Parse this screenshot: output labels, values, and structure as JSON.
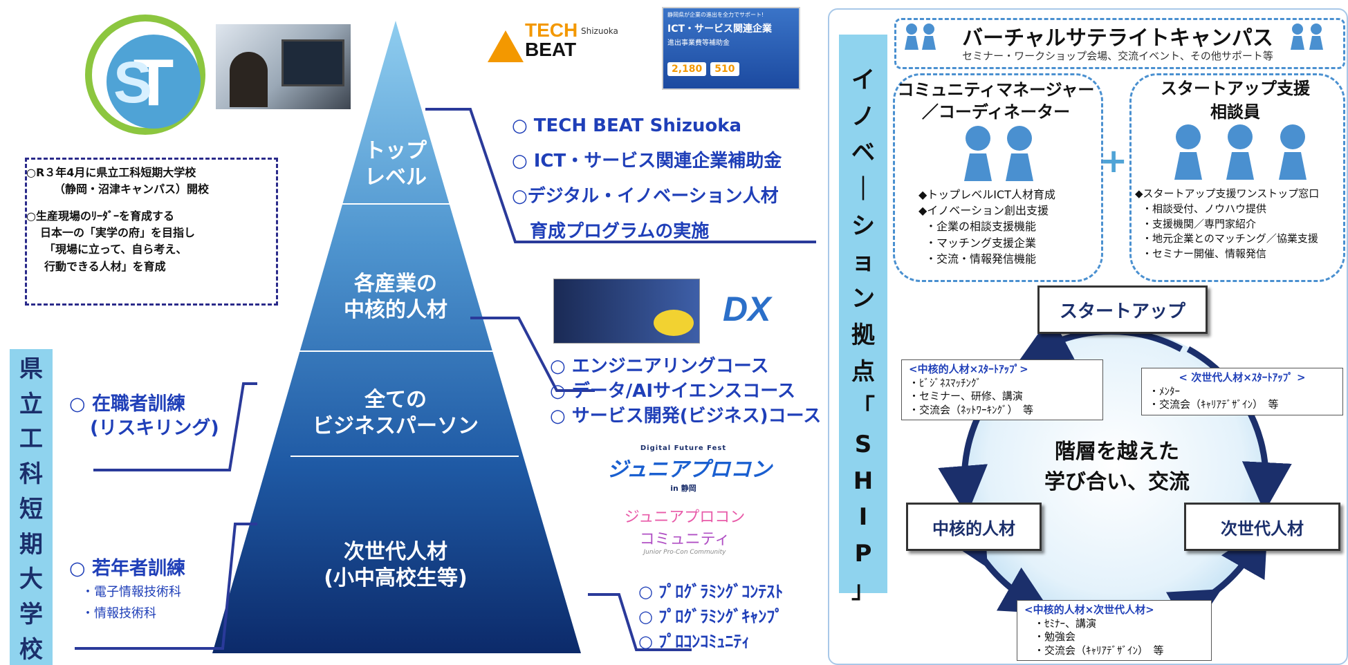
{
  "pyramid": {
    "tiers": [
      {
        "lines": [
          "トップ",
          "レベル"
        ]
      },
      {
        "lines": [
          "各産業の",
          "中核的人材"
        ]
      },
      {
        "lines": [
          "全ての",
          "ビジネスパーソン"
        ]
      },
      {
        "lines": [
          "次世代人材",
          "(小中高校生等)"
        ]
      }
    ]
  },
  "college_notice": {
    "line1": "○R３年4月に県立工科短期大学校",
    "line2": "（静岡・沼津キャンパス）開校",
    "line3": "○生産現場のﾘｰﾀﾞｰを育成する",
    "line4": "日本一の「実学の府」を目指し",
    "line5": "「現場に立って、自ら考え、",
    "line6": "行動できる人材」を育成"
  },
  "college_label": {
    "chars": [
      "県",
      "立",
      "工",
      "科",
      "短",
      "期",
      "大",
      "学",
      "校"
    ]
  },
  "left_items": {
    "reskill_1": "○ 在職者訓練",
    "reskill_2": "(リスキリング)",
    "youth": "○ 若年者訓練",
    "youth_sub1": "・電子情報技術科",
    "youth_sub2": "・情報技術科"
  },
  "top_list": {
    "item1": "○ TECH BEAT Shizuoka",
    "item2": "○ ICT・サービス関連企業補助金",
    "item3": "○デジタル・イノベーション人材",
    "item4": "育成プログラムの実施"
  },
  "mid_list": {
    "item1": "○ エンジニアリングコース",
    "item2": "○ データ/AIサイエンスコース",
    "item3": "○ サービス開発(ビジネス)コース"
  },
  "next_list": {
    "item1": "○ ﾌﾟﾛｸﾞﾗﾐﾝｸﾞｺﾝﾃｽﾄ",
    "item2": "○ ﾌﾟﾛｸﾞﾗﾐﾝｸﾞｷｬﾝﾌﾟ",
    "item3": "○ ﾌﾟﾛｺﾝｺﾐｭﾆﾃｨ"
  },
  "logos": {
    "techbeat_1": "TECH",
    "techbeat_2": "BEAT",
    "techbeat_sub": "Shizuoka",
    "dx": "DX",
    "dff": "Digital Future Fest",
    "junior_procon": "ジュニアプロコン",
    "junior_in": "in 静岡",
    "jpc_community_1": "ジュニアプロコン",
    "jpc_community_2": "コミュニティ",
    "jpc_community_en": "Junior Pro-Con Community"
  },
  "banner": {
    "top": "静岡県が企業の進出を全力でサポート!",
    "title": "ICT・サービス関連企業",
    "sub": "進出事業費等補助金",
    "amount1": "2,180",
    "amount2": "510"
  },
  "ship": {
    "chars": [
      "イ",
      "ノ",
      "ベ",
      "｜",
      "シ",
      "ョ",
      "ン",
      "拠",
      "点",
      "「",
      "S",
      "H",
      "I",
      "P",
      "」"
    ]
  },
  "virtual": {
    "title": "バーチャルサテライトキャンパス",
    "sub": "セミナー・ワークショップ会場、交流イベント、その他サポート等"
  },
  "community_manager": {
    "title1": "コミュニティマネージャー",
    "title2": "／コーディネーター",
    "lines": [
      "◆トップレベルICT人材育成",
      "◆イノベーション創出支援",
      "・企業の相談支援機能",
      "・マッチング支援企業",
      "・交流・情報発信機能"
    ]
  },
  "startup_support": {
    "title1": "スタートアップ支援",
    "title2": "相談員",
    "lines": [
      "◆スタートアップ支援ワンストップ窓口",
      "・相談受付、ノウハウ提供",
      "・支援機関／専門家紹介",
      "・地元企業とのマッチング／協業支援",
      "・セミナー開催、情報発信"
    ]
  },
  "plus": "+",
  "cycle": {
    "startup": "スタートアップ",
    "core": "中核的人材",
    "next": "次世代人材",
    "center1": "階層を越えた",
    "center2": "学び合い、交流"
  },
  "box_core_startup": {
    "title": "<中核的人材×ｽﾀｰﾄｱｯﾌﾟ>",
    "lines": [
      "・ﾋﾞｼﾞﾈｽﾏｯﾁﾝｸﾞ",
      "・セミナー、研修、講演",
      "・交流会（ﾈｯﾄﾜｰｷﾝｸﾞ）　等"
    ]
  },
  "box_next_startup": {
    "title": "< 次世代人材×ｽﾀｰﾄｱｯﾌﾟ >",
    "lines": [
      "・ﾒﾝﾀｰ",
      "・交流会（ｷｬﾘｱﾃﾞｻﾞｲﾝ）　等"
    ]
  },
  "box_core_next": {
    "title": "<中核的人材×次世代人材>",
    "lines": [
      "・ｾﾐﾅｰ、講演",
      "・勉強会",
      "・交流会（ｷｬﾘｱﾃﾞｻﾞｲﾝ）　等"
    ]
  },
  "colors": {
    "navy": "#1b2f6b",
    "accent_blue": "#1f3fb8",
    "sky": "#8fd3ee",
    "pyramid_top": "#8fcdef",
    "pyramid_bottom": "#0c2a6a"
  }
}
